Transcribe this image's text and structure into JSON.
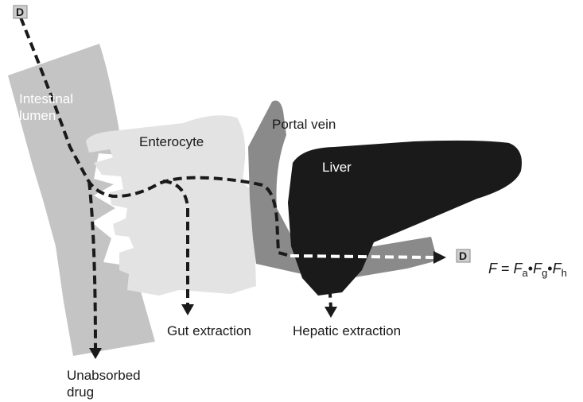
{
  "labels": {
    "drug_start": "D",
    "drug_end": "D",
    "intestinal_lumen_line1": "Intestinal",
    "intestinal_lumen_line2": "lumen",
    "enterocyte": "Enterocyte",
    "portal_vein": "Portal vein",
    "liver": "Liver",
    "gut_extraction": "Gut extraction",
    "hepatic_extraction": "Hepatic extraction",
    "unabsorbed_line1": "Unabsorbed",
    "unabsorbed_line2": "drug"
  },
  "formula": {
    "lhs": "F",
    "equals": " = ",
    "f1": "F",
    "f1_sub": "a",
    "dot": "•",
    "f2": "F",
    "f2_sub": "g",
    "f3": "F",
    "f3_sub": "h"
  },
  "colors": {
    "lumen": "#c4c4c4",
    "enterocyte": "#e3e3e3",
    "portal_vein": "#8a8a8a",
    "liver": "#1a1a1a",
    "path": "#1a1a1a",
    "d_box": "#cfcfcf"
  }
}
